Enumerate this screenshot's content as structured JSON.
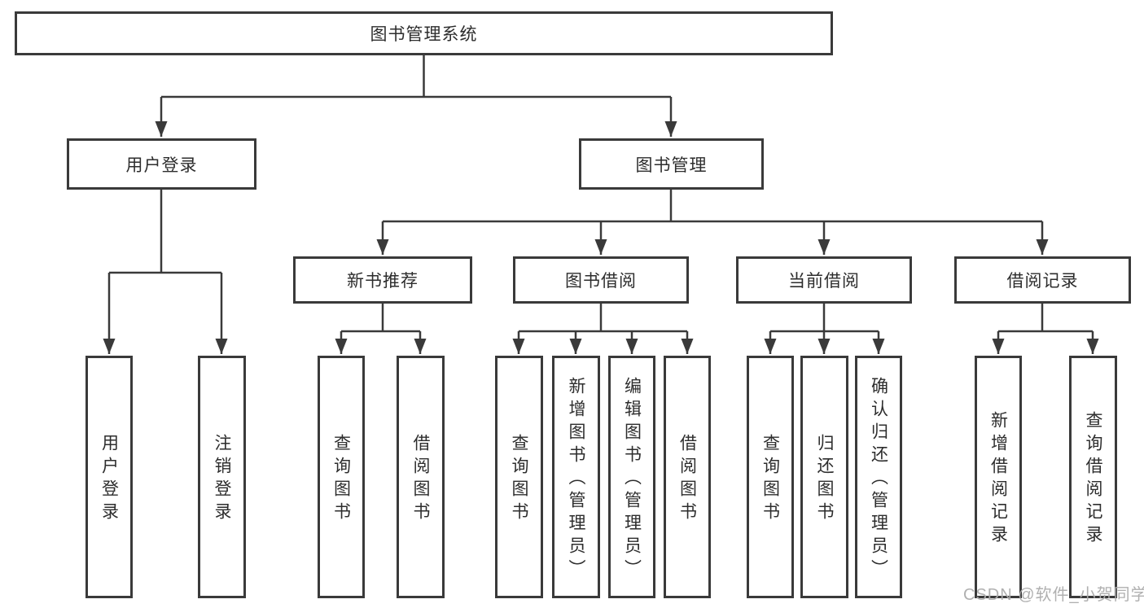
{
  "tree": {
    "root": "图书管理系统",
    "branches": [
      {
        "id": "user-login",
        "label": "用户登录",
        "children": [
          "用户登录",
          "注销登录"
        ]
      },
      {
        "id": "book-management",
        "label": "图书管理",
        "groups": [
          {
            "id": "new-book-recommend",
            "label": "新书推荐",
            "children": [
              "查询图书",
              "借阅图书"
            ]
          },
          {
            "id": "book-borrow",
            "label": "图书借阅",
            "children": [
              "查询图书",
              "新增图书（管理员）",
              "编辑图书（管理员）",
              "借阅图书"
            ]
          },
          {
            "id": "current-borrow",
            "label": "当前借阅",
            "children": [
              "查询图书",
              "归还图书",
              "确认归还（管理员）"
            ]
          },
          {
            "id": "borrow-records",
            "label": "借阅记录",
            "children": [
              "新增借阅记录",
              "查询借阅记录"
            ]
          }
        ]
      }
    ]
  },
  "watermark": "CSDN @软件_小贺同学",
  "colors": {
    "line": "#3a3a3a",
    "text": "#2d2d2d",
    "watermark": "#acacac",
    "background": "#ffffff"
  }
}
